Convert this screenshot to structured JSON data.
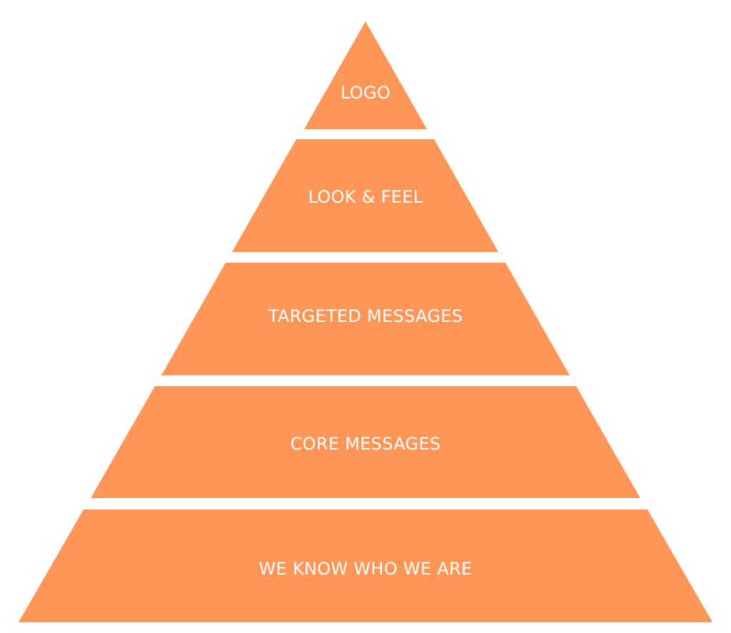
{
  "diagram": {
    "type": "pyramid",
    "colors": {
      "tier_fill": "#FF9557",
      "label_text": "#FFFFFF",
      "background": "#FFFFFF"
    },
    "tiers": [
      {
        "label": "LOGO"
      },
      {
        "label": "LOOK & FEEL"
      },
      {
        "label": "TARGETED MESSAGES"
      },
      {
        "label": "CORE MESSAGES"
      },
      {
        "label": "WE KNOW WHO WE ARE"
      }
    ]
  }
}
